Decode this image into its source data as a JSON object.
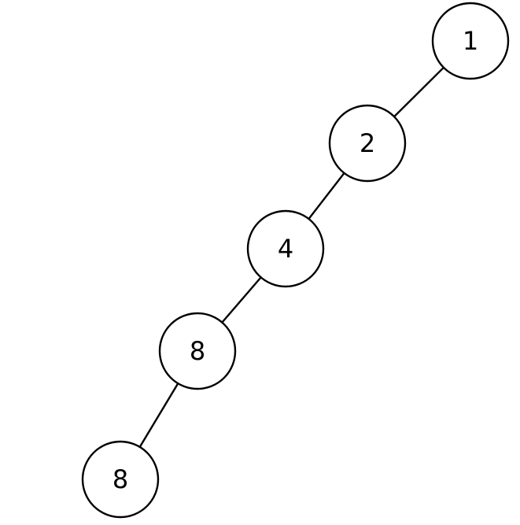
{
  "nodes": [
    {
      "id": "n1",
      "label": "1"
    },
    {
      "id": "n2",
      "label": "2"
    },
    {
      "id": "n3",
      "label": "4"
    },
    {
      "id": "n4",
      "label": "8"
    },
    {
      "id": "n5",
      "label": "8"
    }
  ],
  "edges": [
    {
      "from": "n1",
      "to": "n2"
    },
    {
      "from": "n2",
      "to": "n3"
    },
    {
      "from": "n3",
      "to": "n4"
    },
    {
      "from": "n4",
      "to": "n5"
    }
  ]
}
